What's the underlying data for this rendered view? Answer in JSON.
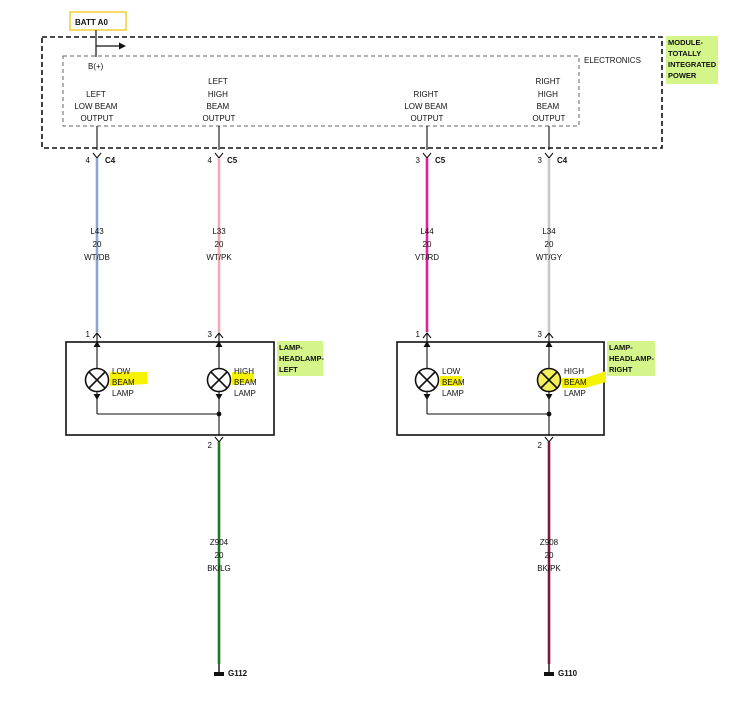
{
  "batt_label": "BATT A0",
  "bplus_label": "B(+)",
  "electronics_label": "ELECTRONICS",
  "module_label": [
    "MODULE-",
    "TOTALLY",
    "INTEGRATED",
    "POWER"
  ],
  "outputs": [
    {
      "lines": [
        "LEFT",
        "LOW BEAM",
        "OUTPUT"
      ]
    },
    {
      "lines": [
        "LEFT",
        "HIGH",
        "BEAM",
        "OUTPUT"
      ]
    },
    {
      "lines": [
        "RIGHT",
        "LOW BEAM",
        "OUTPUT"
      ]
    },
    {
      "lines": [
        "RIGHT",
        "HIGH",
        "BEAM",
        "OUTPUT"
      ]
    }
  ],
  "wires": [
    {
      "pin": "4",
      "connector": "C4",
      "circuit": "L43",
      "gauge": "20",
      "color_code": "WT/DB",
      "wire_color": "#8aa6cf",
      "lamp_pin": "1"
    },
    {
      "pin": "4",
      "connector": "C5",
      "circuit": "L33",
      "gauge": "20",
      "color_code": "WT/PK",
      "wire_color": "#f2a9b4",
      "lamp_pin": "3"
    },
    {
      "pin": "3",
      "connector": "C5",
      "circuit": "L44",
      "gauge": "20",
      "color_code": "VT/RD",
      "wire_color": "#e0209a",
      "lamp_pin": "1"
    },
    {
      "pin": "3",
      "connector": "C4",
      "circuit": "L34",
      "gauge": "20",
      "color_code": "WT/GY",
      "wire_color": "#c8c8c8",
      "lamp_pin": "3"
    }
  ],
  "lamps": [
    {
      "label": [
        "LAMP-",
        "HEADLAMP-",
        "LEFT"
      ],
      "low_beam": [
        "LOW",
        "BEAM",
        "LAMP"
      ],
      "high_beam": [
        "HIGH",
        "BEAM",
        "LAMP"
      ],
      "ground_pin": "2",
      "ground_circuit": "Z904",
      "ground_gauge": "20",
      "ground_color_code": "BK/LG",
      "ground_wire_color": "#1e7a1e",
      "ground_label": "G112"
    },
    {
      "label": [
        "LAMP-",
        "HEADLAMP-",
        "RIGHT"
      ],
      "low_beam": [
        "LOW",
        "BEAM",
        "LAMP"
      ],
      "high_beam": [
        "HIGH",
        "BEAM",
        "LAMP"
      ],
      "ground_pin": "2",
      "ground_circuit": "Z908",
      "ground_gauge": "20",
      "ground_color_code": "BK/PK",
      "ground_wire_color": "#7a1840",
      "ground_label": "G110"
    }
  ],
  "colors": {
    "highlight_yellow": "#f7f300",
    "highlight_green": "#d4f58a",
    "line": "#111111"
  }
}
